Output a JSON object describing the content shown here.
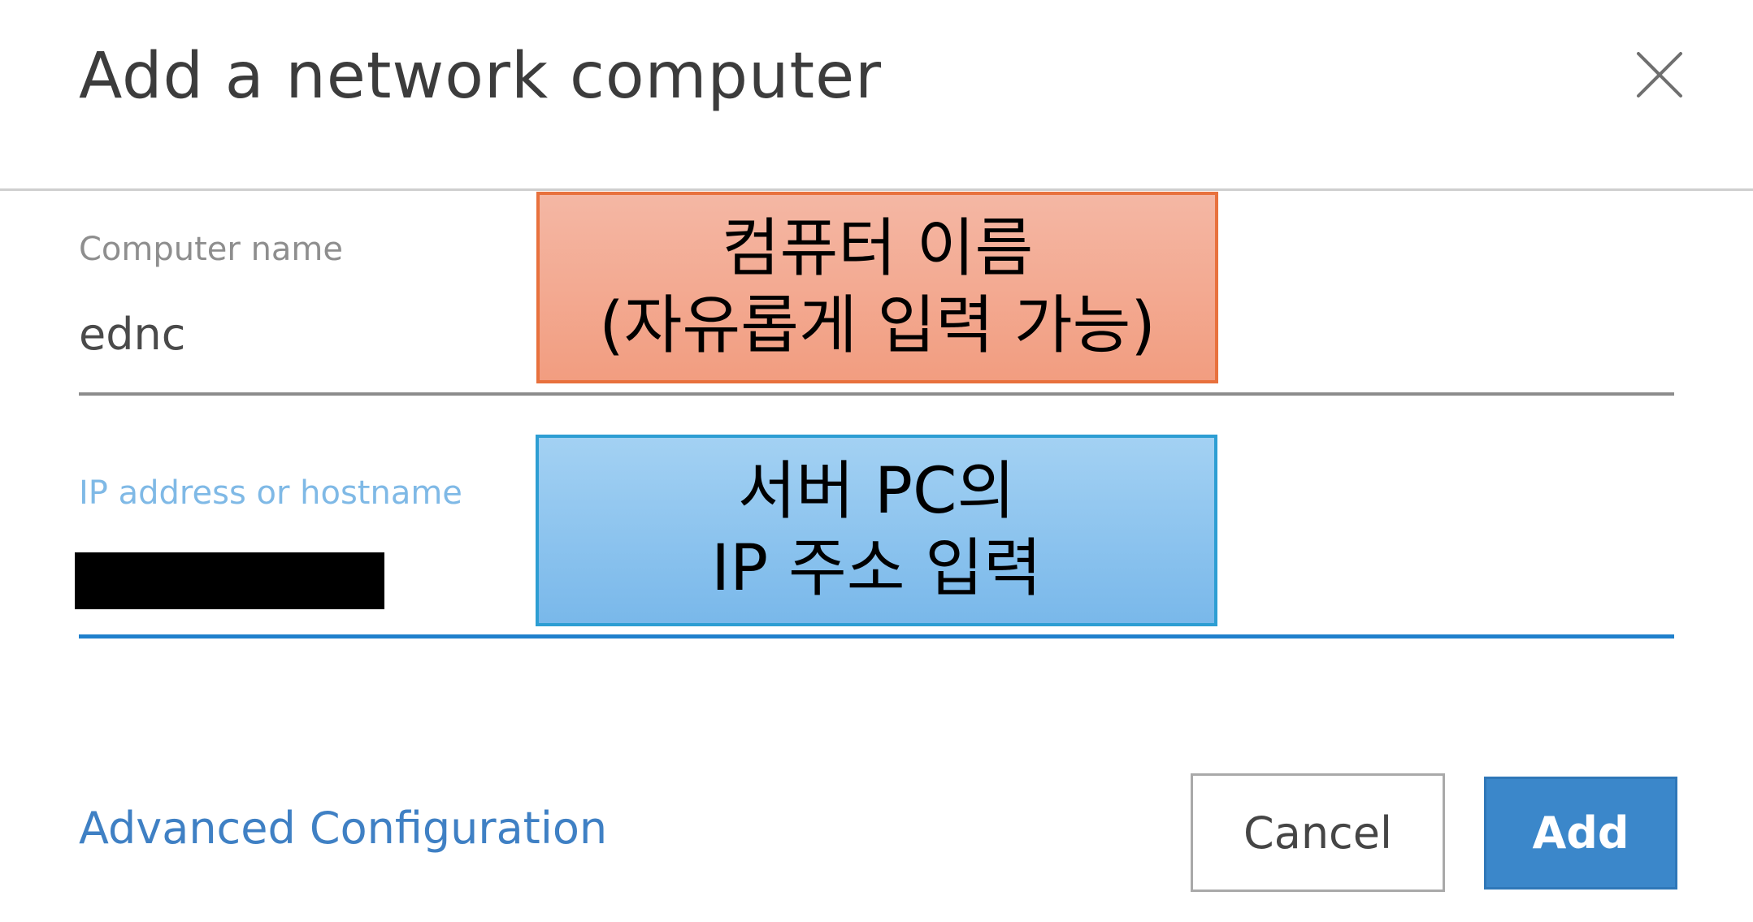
{
  "dialog": {
    "title": "Add a network computer",
    "close_icon": "close-icon"
  },
  "fields": {
    "computer_name": {
      "label": "Computer name",
      "value": "ednc"
    },
    "ip_address": {
      "label": "IP address or hostname",
      "value": "",
      "redacted": true
    }
  },
  "callouts": {
    "computer_name": {
      "line1": "컴퓨터 이름",
      "line2": "(자유롭게 입력 가능)"
    },
    "ip_address": {
      "line1": "서버 PC의",
      "line2": "IP 주소 입력"
    }
  },
  "footer": {
    "advanced_link": "Advanced Configuration",
    "cancel_label": "Cancel",
    "add_label": "Add"
  },
  "colors": {
    "accent_blue": "#3b87ca",
    "link_blue": "#3f80c4",
    "focus_underline": "#1f80cc",
    "callout_orange": "#f29d80",
    "callout_blue": "#79b8ea"
  }
}
